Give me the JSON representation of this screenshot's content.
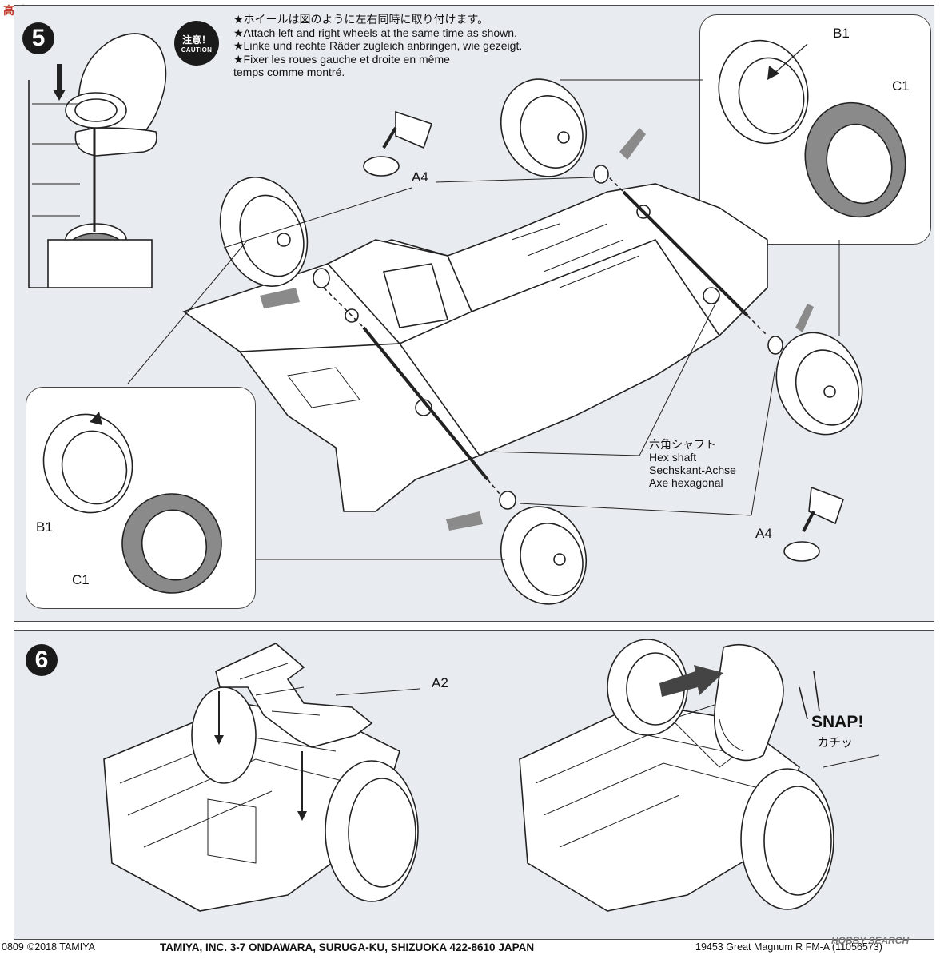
{
  "step5": {
    "number": "5",
    "caution_jp": "注意！",
    "caution_en": "CAUTION",
    "notes": [
      "★ホイールは図のように左右同時に取り付けます。",
      "★Attach left and right wheels at the same time as shown.",
      "★Linke und rechte Räder zugleich anbringen, wie gezeigt.",
      "★Fixer les roues gauche et droite en même",
      "temps comme montré."
    ],
    "labels": {
      "a4_top": "A4",
      "a4_bottom": "A4",
      "b1_right": "B1",
      "c1_right": "C1",
      "b1_left": "B1",
      "c1_left": "C1"
    },
    "hex_shaft": [
      "六角シャフト",
      "Hex shaft",
      "Sechskant-Achse",
      "Axe hexagonal"
    ]
  },
  "step6": {
    "number": "6",
    "label_a2": "A2",
    "snap": "SNAP!",
    "snap_jp": "カチッ"
  },
  "footer": {
    "code": "0809",
    "copyright": "©2018 TAMIYA",
    "address": "TAMIYA, INC.  3-7 ONDAWARA, SURUGA-KU, SHIZUOKA 422-8610 JAPAN",
    "product": "19453  Great Magnum R FM-A (11056573)"
  },
  "watermarks": {
    "left": "高手网",
    "right": "HOBBY SEARCH"
  },
  "colors": {
    "panel_bg": "#e8ebef",
    "tire_gray": "#8a8a8a",
    "line": "#222222"
  }
}
